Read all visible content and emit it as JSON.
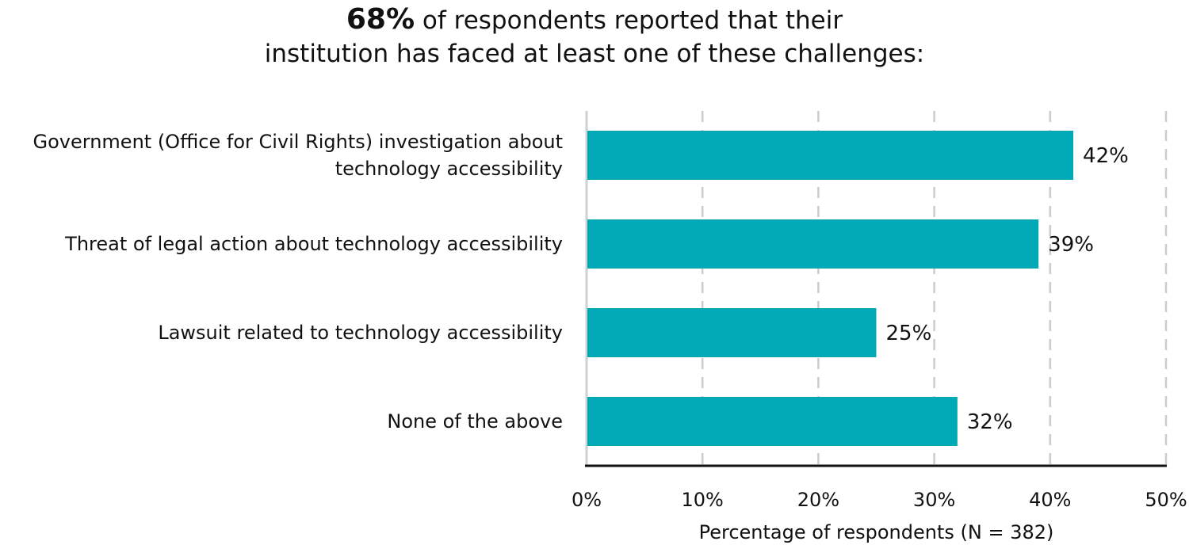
{
  "title": {
    "highlight": "68%",
    "line1_rest": "of respondents reported that their",
    "line2": "institution has faced at least one of these challenges:"
  },
  "chart_data": {
    "type": "bar",
    "orientation": "horizontal",
    "categories": [
      [
        "Government (Office for Civil Rights) investigation about",
        "technology accessibility"
      ],
      [
        "Threat of legal action about technology accessibility"
      ],
      [
        "Lawsuit related to technology accessibility"
      ],
      [
        "None of the above"
      ]
    ],
    "values": [
      42,
      39,
      25,
      32
    ],
    "value_labels": [
      "42%",
      "39%",
      "25%",
      "32%"
    ],
    "xlim": [
      0,
      50
    ],
    "ticks": [
      0,
      10,
      20,
      30,
      40,
      50
    ],
    "tick_labels": [
      "0%",
      "10%",
      "20%",
      "30%",
      "40%",
      "50%"
    ],
    "xlabel": "Percentage of respondents (N = 382)",
    "grid": "vertical dashed",
    "bar_color": "#00A9B5",
    "grid_color": "#cccccc",
    "axis_color": "#111111"
  }
}
